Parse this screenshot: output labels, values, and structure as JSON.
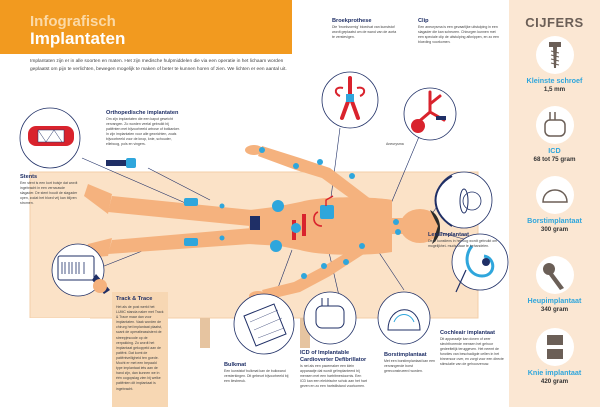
{
  "header": {
    "kicker": "Infografisch",
    "title": "Implantaten",
    "intro": "Implantaten zijn er in alle soorten en maten. Het zijn medische hulpmiddelen die via een operatie in het lichaam worden geplaatst om pijn te verlichten, bewegen mogelijk te maken of beter te kunnen horen of zien. We lichten er een aantal uit."
  },
  "annotations": {
    "orthopedic": {
      "title": "Orthopedische implantaten",
      "text": "Om zijn implantaten die een kapot gewricht vervangen. Zo worden veelal gebruikt bij patiënten met bijvoorbeeld artrose of botkanker. In zijn implantaten voor alle gewrichten, zoals bijvoorbeeld voor de knop, knie, schouder, elleboog, pols en vingers."
    },
    "stents": {
      "title": "Stents",
      "text": "Een stent is een kort buisje dat wordt ingebracht in een vernauwde slagader. De stent houdt de slagader open, zodat het bloed vrij kan blijven stromen."
    },
    "bloodvessel": {
      "title": "Broekprothese",
      "text": "Die 'broekvormig' bloedvat van kunststof wordt geplaatst om de wand van de aorta te verstevigen."
    },
    "clip": {
      "title": "Clip",
      "text": "Een aneurysma is een gevaarlijke uitstulping in een slagader die kan scheuren. Chirurgen kunnen met een speciale clip de uitstulping afknippen, en zo een bloeding voorkomen.",
      "label": "Aneurysma"
    },
    "lens": {
      "title": "Lensimplantaat",
      "text": "Deze kunstlens in het oog wordt gebruikt om mogelijkhei- muds staar te behandelen."
    },
    "cochlear": {
      "title": "Cochleair implantaat",
      "text": "Dit apparaatje kan doven of zeer slechthorende mensen het gehoor gedeeltelijk teruggeven. Het neemt de functies van beschadigde cellen in het binnenoor over, en zorgt voor een directe stimulatie van de gehoorzenuw."
    },
    "breast": {
      "title": "Borstimplantaat",
      "text": "Met een borstimplantaat kan een vervangende borst gereconstrueerd worden."
    },
    "icd": {
      "title": "ICD of Implantable Cardioverter Defibrillator",
      "text": "Is net als een pacemaker een klein apparaatje dat wordt geïmplanteerd bij mensen met een hartritmestoornis. Een ICD kan een elektrische schok aan het hart geven en zo een hartstilstand voorkomen."
    },
    "mesh": {
      "title": "Bulkmat",
      "text": "Een kunststof bulkmat kan de buikwand versterkingen. Dit gebeurt bijvoorbeeld bij een liesbreuk."
    },
    "tracktrace": {
      "title": "Track & Trace",
      "text": "Het als de post werkt het LUMC standa naker met Track & Trace maar dan voor implantaten. Vaak worden de chirurg het implantaat plaatst, scant de operatieassistent de streepjescode op de verpakking. Zo wordt het implantaat gekoppeld aan de patiënt. Dat komt de patiëntveiligheid ten goede. Mocht er met een bepaald type implantaat iets aan de hand zijn, dan kunnen we in één oogopslag zien bij welke patiënten dit implantaat is ingebracht."
    }
  },
  "sidebar": {
    "heading": "CIJFERS",
    "stats": [
      {
        "label": "Kleinste schroef",
        "value": "1,5 mm",
        "icon": "screw-icon"
      },
      {
        "label": "ICD",
        "value": "68 tot 75 gram",
        "icon": "icd-icon"
      },
      {
        "label": "Borstimplantaat",
        "value": "300 gram",
        "icon": "breast-implant-icon"
      },
      {
        "label": "Heupimplantaat",
        "value": "340 gram",
        "icon": "hip-implant-icon"
      },
      {
        "label": "Knie implantaat",
        "value": "420 gram",
        "icon": "knee-implant-icon"
      }
    ]
  },
  "colors": {
    "orange": "#f29a1f",
    "navy": "#1f2f66",
    "blue": "#2fa6dc",
    "skin": "#f5b27e",
    "peach": "#fbe7d3",
    "red": "#d9232d"
  }
}
